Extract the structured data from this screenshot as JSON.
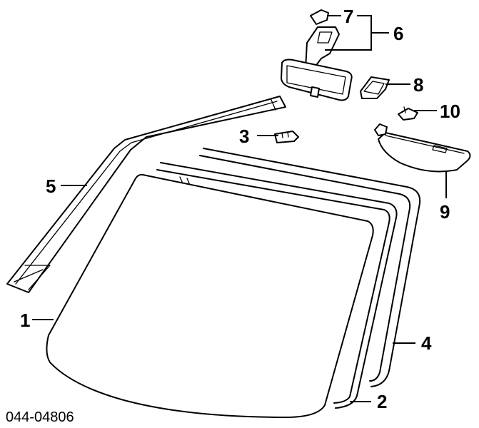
{
  "diagram": {
    "drawing_code": "044-04806",
    "callouts": [
      {
        "id": "1",
        "text": "1"
      },
      {
        "id": "2",
        "text": "2"
      },
      {
        "id": "3",
        "text": "3"
      },
      {
        "id": "4",
        "text": "4"
      },
      {
        "id": "5",
        "text": "5"
      },
      {
        "id": "6",
        "text": "6"
      },
      {
        "id": "7",
        "text": "7"
      },
      {
        "id": "8",
        "text": "8"
      },
      {
        "id": "9",
        "text": "9"
      },
      {
        "id": "10",
        "text": "10"
      }
    ]
  }
}
